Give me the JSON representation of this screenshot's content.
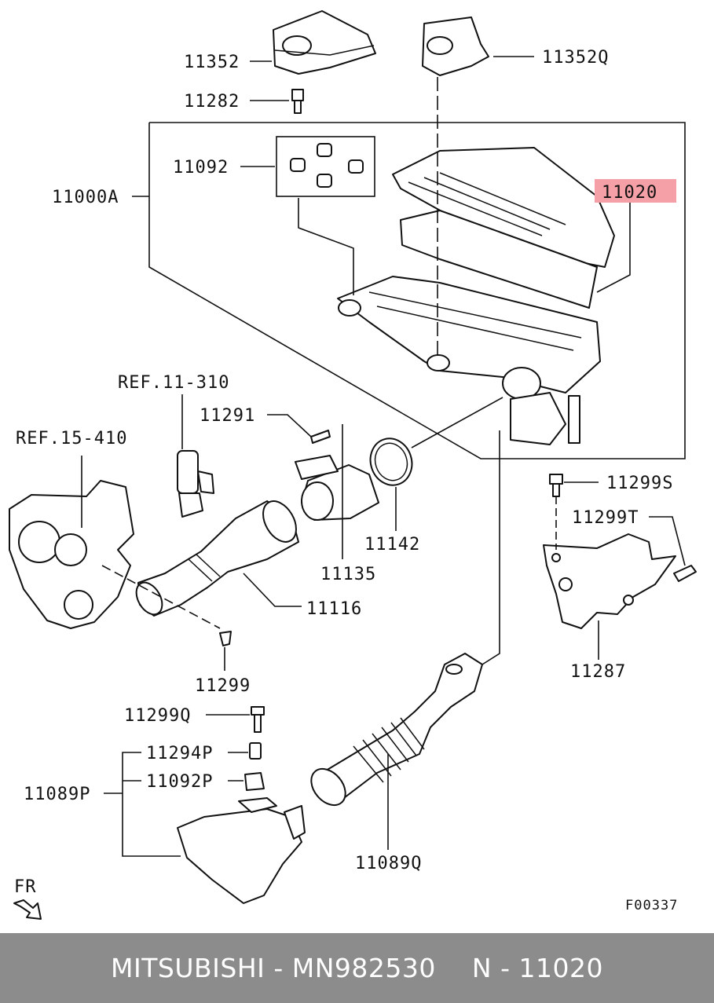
{
  "labels": {
    "p11352": "11352",
    "p11352q": "11352Q",
    "p11282": "11282",
    "p11092": "11092",
    "p11000a": "11000A",
    "p11020": "11020",
    "ref11310": "REF.11-310",
    "ref15410": "REF.15-410",
    "p11291": "11291",
    "p11142": "11142",
    "p11135": "11135",
    "p11116": "11116",
    "p11299": "11299",
    "p11299s": "11299S",
    "p11299t": "11299T",
    "p11287": "11287",
    "p11299q": "11299Q",
    "p11294p": "11294P",
    "p11092p": "11092P",
    "p11089p": "11089P",
    "p11089q": "11089Q",
    "fr": "FR",
    "code": "F00337"
  },
  "highlight_color": "#f4a0a6",
  "footer": {
    "brand_part": "MITSUBISHI - MN982530",
    "ref": "N - 11020"
  }
}
